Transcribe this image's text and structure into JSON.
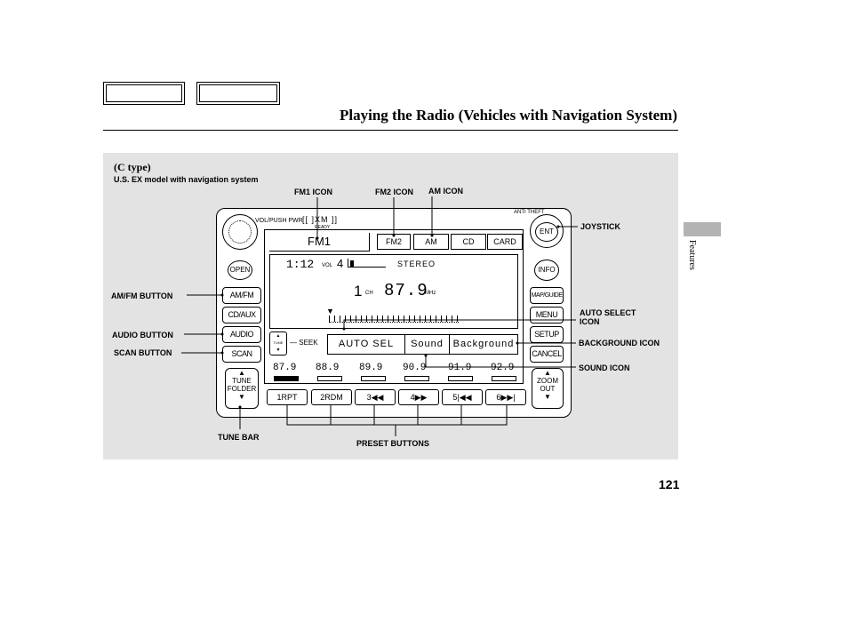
{
  "header": {
    "title": "Playing the Radio (Vehicles with Navigation System)",
    "side_label": "Features",
    "page_number": "121"
  },
  "figure": {
    "type_label": "(C type)",
    "model_note": "U.S. EX model with navigation system",
    "callouts": {
      "fm1_icon": "FM1 ICON",
      "fm2_icon": "FM2 ICON",
      "am_icon": "AM ICON",
      "joystick": "JOYSTICK",
      "amfm_button": "AM/FM BUTTON",
      "audio_button": "AUDIO BUTTON",
      "scan_button": "SCAN BUTTON",
      "auto_select_icon_1": "AUTO SELECT",
      "auto_select_icon_2": "ICON",
      "background_icon": "BACKGROUND ICON",
      "sound_icon": "SOUND ICON",
      "tune_bar": "TUNE BAR",
      "preset_buttons": "PRESET BUTTONS"
    },
    "radio": {
      "vol_pwr": "VOL/PUSH PWR",
      "xm": "[[ ]XM ]]",
      "ready": "READY",
      "anti_theft": "ANTI THEFT",
      "left_buttons": [
        "OPEN",
        "AM/FM",
        "CD/AUX",
        "AUDIO",
        "SCAN"
      ],
      "tune_folder": [
        "TUNE",
        "FOLDER"
      ],
      "right_buttons": [
        "ENT",
        "INFO",
        "MAP/GUIDE",
        "MENU",
        "SETUP",
        "CANCEL"
      ],
      "zoom": [
        "ZOOM",
        "OUT"
      ],
      "presets": [
        "1RPT",
        "2RDM",
        "3◀◀",
        "4▶▶",
        "5|◀◀",
        "6▶▶|"
      ]
    },
    "screen": {
      "band": "FM1",
      "tabs": [
        "FM2",
        "AM",
        "CD",
        "CARD"
      ],
      "clock": "1:12",
      "vol_label": "VOL",
      "vol_value": "4",
      "stereo": "STEREO",
      "channel": "1",
      "ch_label": "CH",
      "frequency": "87.9",
      "unit": "MHz",
      "tune_label": "TUNE",
      "seek_label": "SEEK",
      "options": [
        "AUTO SEL",
        "Sound",
        "Background"
      ],
      "preset_freqs": [
        "87.9",
        "88.9",
        "89.9",
        "90.9",
        "91.9",
        "92.9"
      ]
    }
  }
}
